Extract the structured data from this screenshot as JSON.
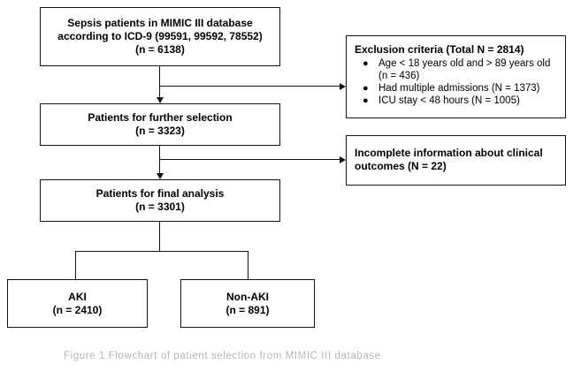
{
  "boxes": {
    "sepsis": {
      "lines": [
        "Sepsis patients in MIMIC III database",
        "according to ICD-9 (99591, 99592, 78552)",
        "(n = 6138)"
      ]
    },
    "further": {
      "lines": [
        "Patients for further selection",
        "(n = 3323)"
      ]
    },
    "final": {
      "lines": [
        "Patients for final analysis",
        "(n = 3301)"
      ]
    },
    "aki": {
      "lines": [
        "AKI",
        "(n = 2410)"
      ]
    },
    "nonaki": {
      "lines": [
        "Non-AKI",
        "(n = 891)"
      ]
    }
  },
  "exclusion": {
    "title": "Exclusion criteria (Total N = 2814)",
    "bullet_symbol": "●",
    "items": [
      "Age < 18 years old and > 89 years old (n = 436)",
      "Had multiple admissions (N = 1373)",
      "ICU stay < 48 hours (N = 1005)"
    ]
  },
  "incomplete": {
    "lines": [
      "Incomplete information about clinical",
      "outcomes (N = 22)"
    ]
  },
  "caption": "Figure 1 Flowchart of patient selection from MIMIC III database"
}
